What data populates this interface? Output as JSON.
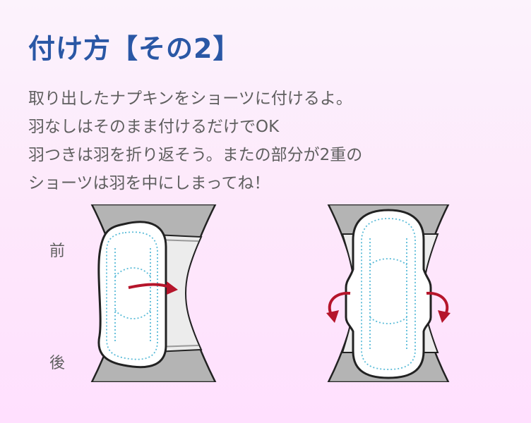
{
  "title": "付け方【その2】",
  "instructions": [
    "取り出したナプキンをショーツに付けるよ。",
    "羽なしはそのまま付けるだけでOK",
    "羽つきは羽を折り返そう。またの部分が2重の",
    "ショーツは羽を中にしまってね！"
  ],
  "illustration_left": {
    "front_label": "前",
    "back_label": "後",
    "description": "Wingless pad placed on shorts with arrow pointing right"
  },
  "illustration_right": {
    "description": "Winged pad on shorts with wings folding around crotch (two curved arrows)"
  },
  "colors": {
    "title": "#2a57a5",
    "text": "#5f5f5f",
    "shorts_gray": "#b4b4b4",
    "gusset_light": "#ececec",
    "arrow_red": "#b5152b",
    "stitch_blue": "#5bbcd8"
  }
}
